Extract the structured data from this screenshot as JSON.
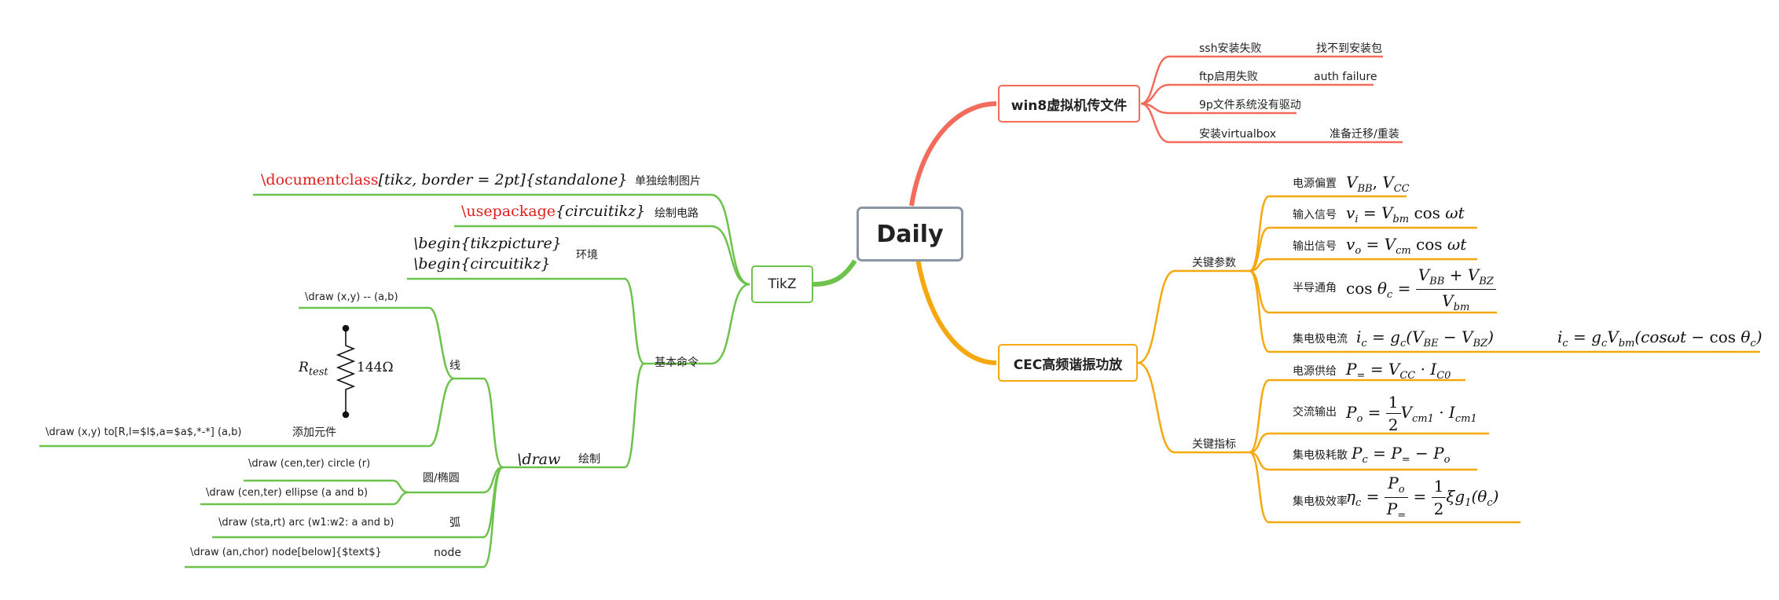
{
  "central": {
    "label": "Daily"
  },
  "colors": {
    "red": "#f26b5b",
    "orange": "#f5a80f",
    "green": "#6cc24a",
    "root_border": "#8a96a3",
    "latex_red": "#e01e1e"
  },
  "win8": {
    "title": "win8虚拟机传文件",
    "items": [
      {
        "label": "ssh安装失败",
        "sub": "找不到安装包"
      },
      {
        "label": "ftp启用失败",
        "sub": "auth failure"
      },
      {
        "label": "9p文件系统没有驱动",
        "sub": ""
      },
      {
        "label": "安装virtualbox",
        "sub": "准备迁移/重装"
      }
    ]
  },
  "cec": {
    "title": "CEC高频谐振功放",
    "key_params": {
      "label": "关键参数",
      "items": [
        "电源偏置",
        "输入信号",
        "输出信号",
        "半导通角",
        "集电极电流"
      ]
    },
    "key_metrics": {
      "label": "关键指标",
      "items": [
        "电源供给",
        "交流输出",
        "集电极耗散",
        "集电极效率"
      ]
    }
  },
  "tikz": {
    "title": "TikZ",
    "standalone": {
      "cmd": "\\documentclass",
      "args": "[tikz, border = 2pt]{standalone}",
      "label": "单独绘制图片"
    },
    "usepackage": {
      "cmd": "\\usepackage",
      "args": "{circuitikz}",
      "label": "绘制电路"
    },
    "basic": {
      "label": "基本命令",
      "env": {
        "line1": "\\begin{tikzpicture}",
        "line2": "\\begin{circuitikz}",
        "label": "环境"
      },
      "draw": {
        "math": "\\draw",
        "label": "绘制",
        "line": {
          "label": "线",
          "example": "\\draw (x,y) -- (a,b)"
        },
        "component": {
          "label": "添加元件",
          "example": "\\draw (x,y)  to[R,l=$l$,a=$a$,*-*] (a,b)",
          "resistor_label": "R_test",
          "resistor_value": "144Ω"
        },
        "circle": {
          "label": "圆/椭圆",
          "examples": [
            "\\draw (cen,ter) circle (r)",
            "\\draw (cen,ter) ellipse (a and b)"
          ]
        },
        "arc": {
          "label": "弧",
          "example": "\\draw (sta,rt) arc (w1:w2: a and b)"
        },
        "node": {
          "label": "node",
          "example": "\\draw (an,chor) node[below]{$text$}"
        }
      }
    }
  }
}
